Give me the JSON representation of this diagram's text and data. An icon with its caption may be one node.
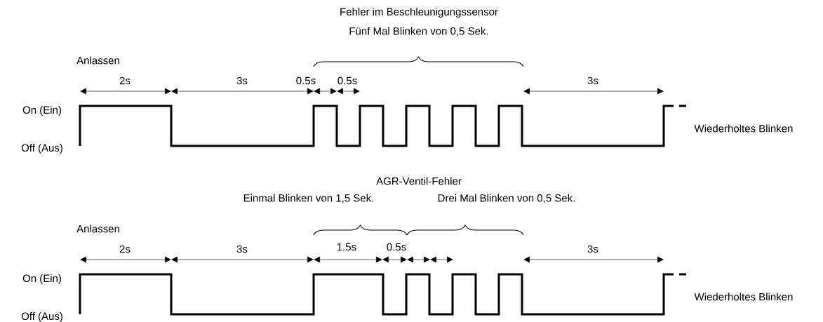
{
  "diagram": {
    "labels": [
      "Fehler im Beschleunigungssensor",
      "Fünf Mal Blinken von 0,5 Sek.",
      "Anlassen",
      "2s",
      "3s",
      "0.5s",
      "0.5s",
      "3s",
      "On (Ein)",
      "Wiederholtes Blinken",
      "Off (Aus)",
      "AGR-Ventil-Fehler",
      "Einmal Blinken von 1,5 Sek.",
      "Drei Mal Blinken von 0,5 Sek.",
      "Anlassen",
      "2s",
      "3s",
      "1.5s",
      "0.5s",
      "3s",
      "On (Ein)",
      "Wiederholtes Blinken",
      "Off (Aus)"
    ]
  }
}
